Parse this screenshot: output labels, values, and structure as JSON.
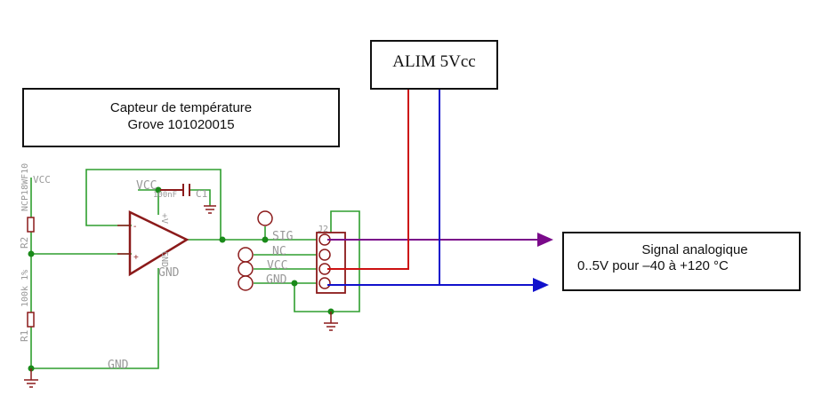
{
  "boxes": {
    "sensor": {
      "line1": "Capteur de température",
      "line2": "Grove 101020015"
    },
    "power": {
      "label": "ALIM 5Vcc"
    },
    "output": {
      "line1": "Signal analogique",
      "line2": "0..5V pour –40 à +120 °C"
    }
  },
  "schematic": {
    "vcc_left": "VCC",
    "vcc_top": "VCC",
    "cap_value": "100nF",
    "cap_name": "C1",
    "r2_label": "R2",
    "r2_value": "NCP18WF10",
    "r1_label": "R1",
    "r1_value": "100k 1%",
    "opamp_plus": "+",
    "opamp_minus": "-",
    "opamp_vplus": "+V",
    "opamp_gnd": "GND",
    "gnd_opamp": "GND",
    "gnd_bottom": "GND",
    "connector_name": "J2",
    "pins": [
      "SIG",
      "NC",
      "VCC",
      "GND"
    ]
  },
  "colors": {
    "wire_green": "#2e9e2e",
    "part_red": "#8b1a1a",
    "vcc_red": "#cc1111",
    "gnd_blue": "#1111cc",
    "signal_purple": "#7a0a8a"
  }
}
